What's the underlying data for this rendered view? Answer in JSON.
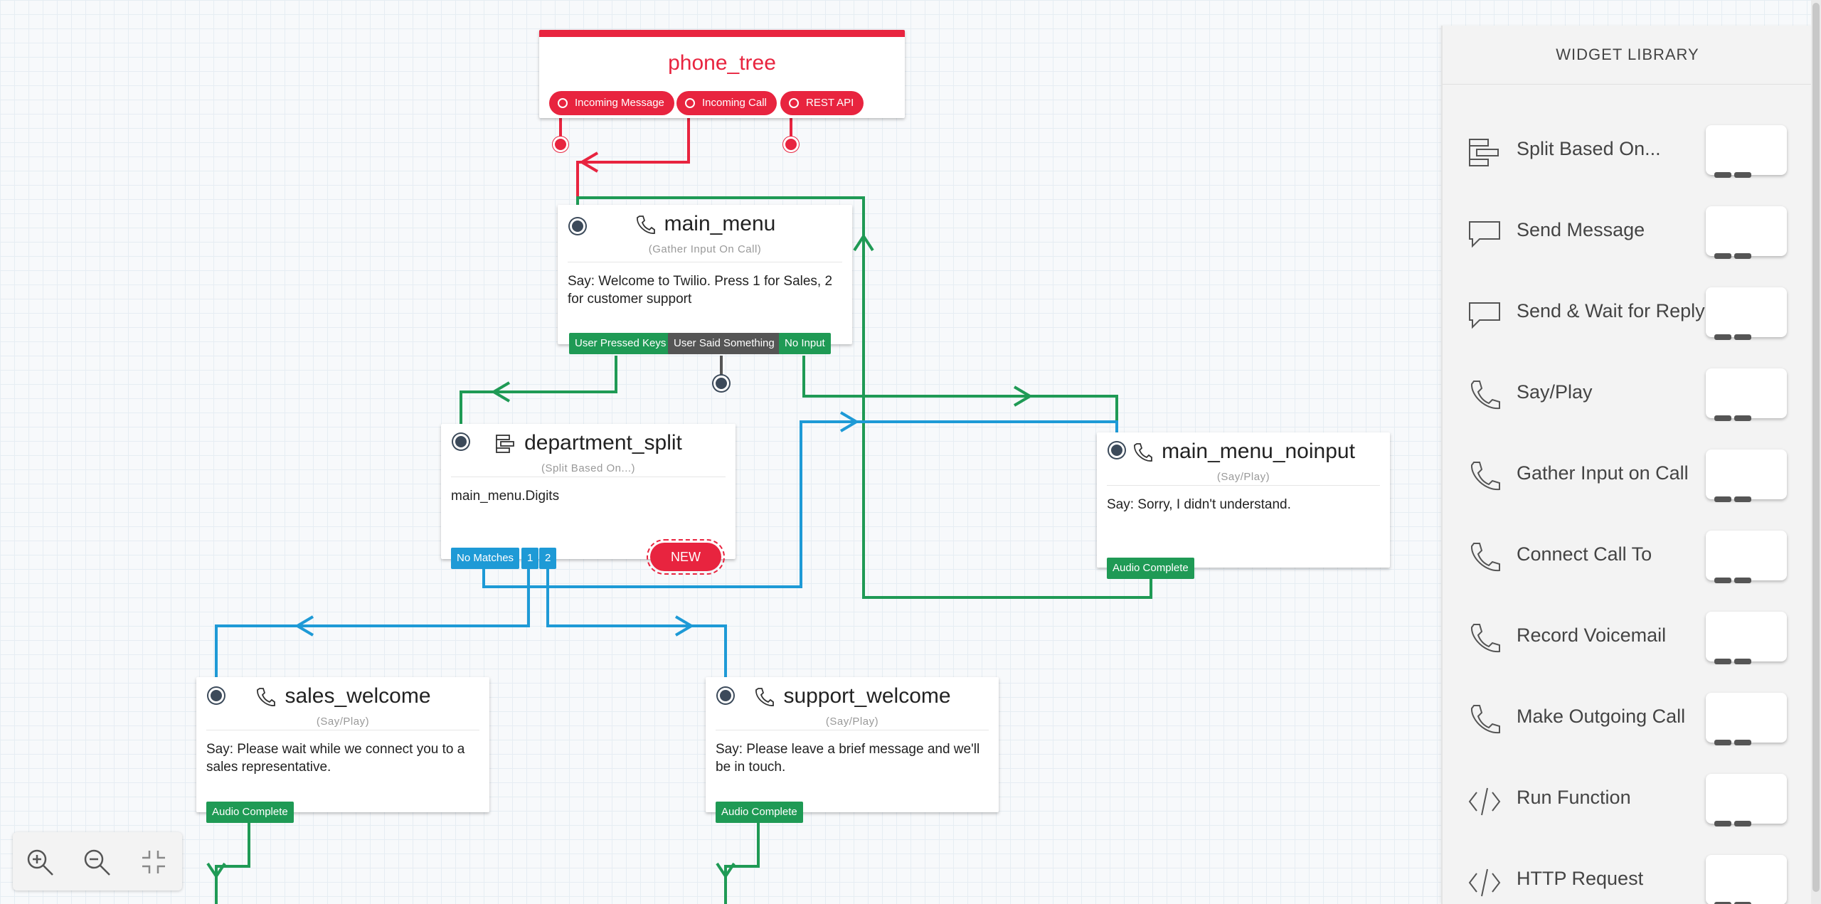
{
  "flow": {
    "trigger": {
      "title": "phone_tree",
      "events": [
        "Incoming Message",
        "Incoming Call",
        "REST API"
      ]
    },
    "widgets": {
      "main_menu": {
        "name": "main_menu",
        "type": "(Gather Input On Call)",
        "body": "Say: Welcome to Twilio. Press 1 for Sales, 2 for customer support",
        "transitions": [
          "User Pressed Keys",
          "User Said Something",
          "No Input"
        ]
      },
      "department_split": {
        "name": "department_split",
        "type": "(Split Based On...)",
        "body": "main_menu.Digits",
        "transitions": [
          "No Matches",
          "1",
          "2"
        ],
        "new_button": "NEW"
      },
      "main_menu_noinput": {
        "name": "main_menu_noinput",
        "type": "(Say/Play)",
        "body": "Say: Sorry, I didn't understand.",
        "transitions": [
          "Audio Complete"
        ]
      },
      "sales_welcome": {
        "name": "sales_welcome",
        "type": "(Say/Play)",
        "body": "Say: Please wait while we connect you to a sales representative.",
        "transitions": [
          "Audio Complete"
        ]
      },
      "support_welcome": {
        "name": "support_welcome",
        "type": "(Say/Play)",
        "body": "Say: Please leave a brief message and we'll be in touch.",
        "transitions": [
          "Audio Complete"
        ]
      }
    }
  },
  "library": {
    "title": "WIDGET LIBRARY",
    "items": [
      {
        "label": "Split Based On...",
        "icon": "split-icon"
      },
      {
        "label": "Send Message",
        "icon": "message-icon"
      },
      {
        "label": "Send & Wait for Reply",
        "icon": "message-reply-icon"
      },
      {
        "label": "Say/Play",
        "icon": "phone-icon"
      },
      {
        "label": "Gather Input on Call",
        "icon": "phone-icon"
      },
      {
        "label": "Connect Call To",
        "icon": "phone-icon"
      },
      {
        "label": "Record Voicemail",
        "icon": "phone-icon"
      },
      {
        "label": "Make Outgoing Call",
        "icon": "phone-icon"
      },
      {
        "label": "Run Function",
        "icon": "code-icon"
      },
      {
        "label": "HTTP Request",
        "icon": "code-icon"
      }
    ]
  },
  "zoom_controls": [
    "zoom-in-icon",
    "zoom-out-icon",
    "fit-icon"
  ],
  "colors": {
    "trigger_red": "#e8243f",
    "transition_green": "#1f9a55",
    "transition_gray": "#555555",
    "transition_blue": "#1e9ad6",
    "node_dot": "#3c4a5a"
  }
}
